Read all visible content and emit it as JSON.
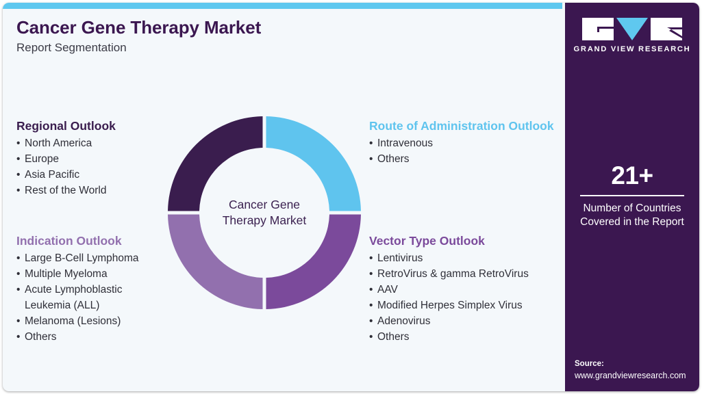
{
  "header": {
    "title": "Cancer Gene Therapy Market",
    "subtitle": "Report Segmentation"
  },
  "colors": {
    "card_background": "#F4F8FB",
    "accent_bar": "#5FC8EF",
    "panel_background": "#3B1750",
    "dark_purple": "#3A1D4E",
    "light_blue": "#5FC4EE",
    "mauve": "#9270AE",
    "medium_purple": "#7B4A9B"
  },
  "donut": {
    "center_line_1": "Cancer Gene",
    "center_line_2": "Therapy Market"
  },
  "chart_data": {
    "type": "pie",
    "title": "Cancer Gene Therapy Market",
    "categories": [
      "Route of Administration Outlook",
      "Vector Type Outlook",
      "Indication Outlook",
      "Regional Outlook"
    ],
    "values": [
      25,
      25,
      25,
      25
    ],
    "colors": [
      "#5FC4EE",
      "#7B4A9B",
      "#9270AE",
      "#3A1D4E"
    ],
    "legend": "none",
    "note": "Equal-quarter donut used as a segmentation diagram, not a quantitative chart"
  },
  "segments": [
    {
      "id": "regional",
      "title": "Regional Outlook",
      "color": "#3A1D4E",
      "items": [
        "North America",
        "Europe",
        "Asia Pacific",
        "Rest of the World"
      ]
    },
    {
      "id": "indication",
      "title": "Indication Outlook",
      "color": "#9270AE",
      "items": [
        "Large B-Cell Lymphoma",
        "Multiple Myeloma",
        "Acute Lymphoblastic",
        "Leukemia (ALL)",
        "Melanoma (Lesions)",
        "Others"
      ]
    },
    {
      "id": "route",
      "title": "Route of Administration Outlook",
      "color": "#5FC4EE",
      "items": [
        "Intravenous",
        "Others"
      ]
    },
    {
      "id": "vector",
      "title": "Vector Type Outlook",
      "color": "#7B4A9B",
      "items": [
        "Lentivirus",
        "RetroVirus & gamma RetroVirus",
        "AAV",
        "Modified Herpes Simplex Virus",
        "Adenovirus",
        "Others"
      ]
    }
  ],
  "panel": {
    "logo_text": "GRAND VIEW RESEARCH",
    "stat_number": "21+",
    "stat_label_line_1": "Number of Countries",
    "stat_label_line_2": "Covered in the Report",
    "source_title": "Source:",
    "source_url": "www.grandviewresearch.com"
  }
}
